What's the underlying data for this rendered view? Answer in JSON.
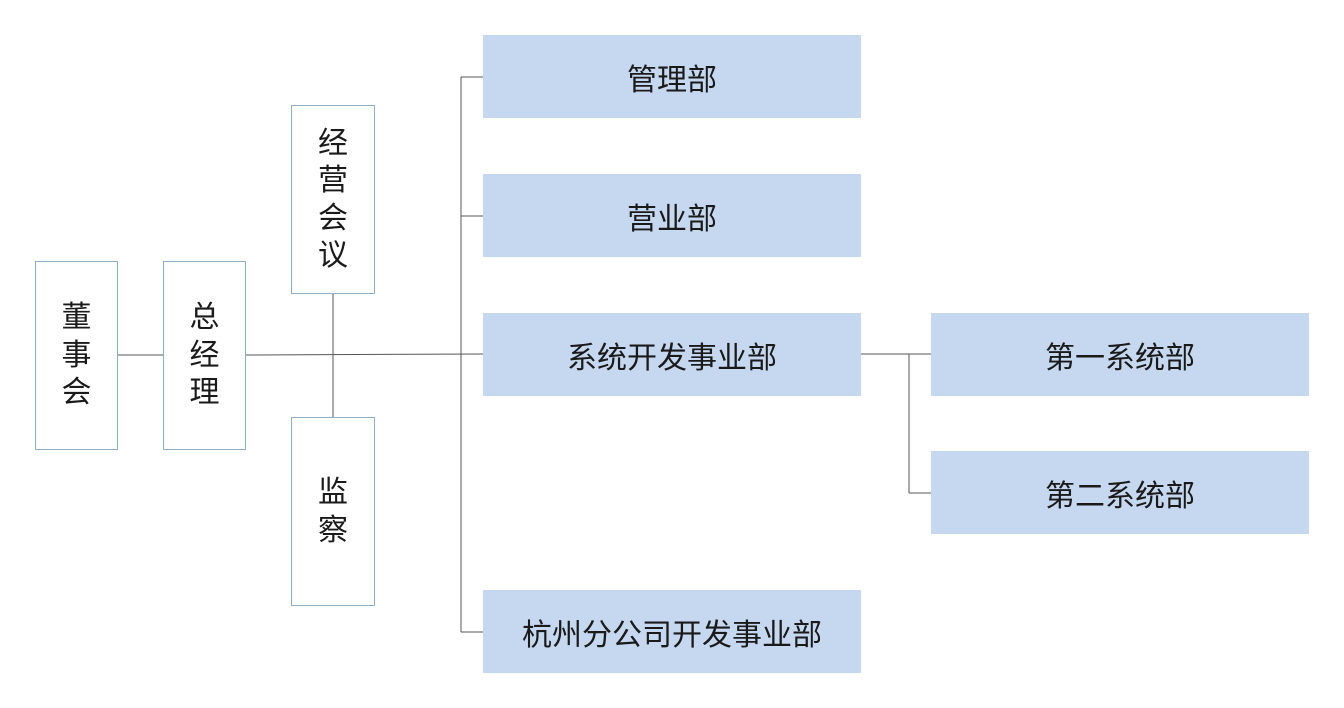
{
  "org": {
    "board": "董事会",
    "gm": "总经理",
    "meeting": "经营会议",
    "supervision": "监察",
    "dept_admin": "管理部",
    "dept_sales": "营业部",
    "dept_sysdev": "系统开发事业部",
    "dept_hangzhou": "杭州分公司开发事业部",
    "sub_first": "第一系统部",
    "sub_second": "第二系统部"
  },
  "colors": {
    "filled_box": "#c6d8f0",
    "outline_border": "#8fafc8",
    "connector": "#555555"
  }
}
